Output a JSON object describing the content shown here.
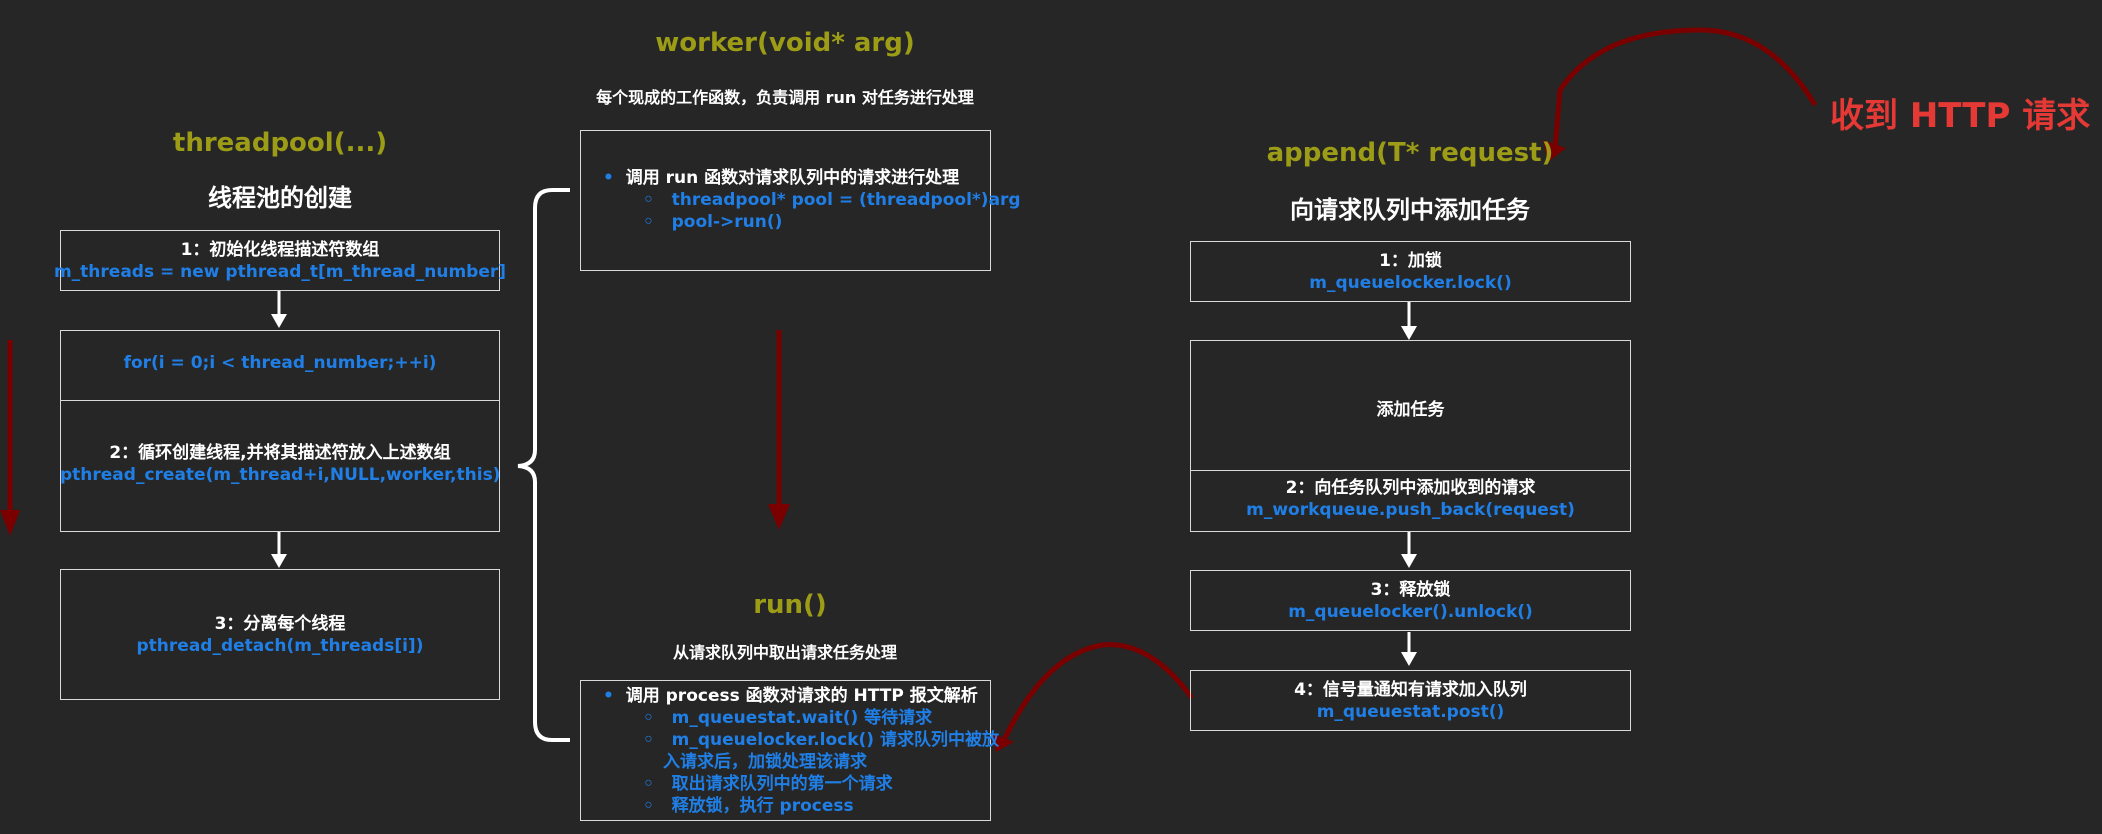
{
  "colors": {
    "background": "#262626",
    "accent_blue": "#1f7fe6",
    "olive": "#9c9c16",
    "dark_red": "#7a0000",
    "red_label": "#e53935"
  },
  "threadpool": {
    "func": "threadpool(...)",
    "subtitle": "线程池的创建",
    "step1_title": "1：初始化线程描述符数组",
    "step1_code": "m_threads = new pthread_t[m_thread_number]",
    "loop_code": "for(i = 0;i < thread_number;++i)",
    "step2_title": "2：循环创建线程,并将其描述符放入上述数组",
    "step2_code": "pthread_create(m_thread+i,NULL,worker,this)",
    "step3_title": "3：分离每个线程",
    "step3_code": "pthread_detach(m_threads[i])"
  },
  "worker": {
    "func": "worker(void* arg)",
    "desc": "每个现成的工作函数，负责调用 run 对任务进行处理",
    "item": "调用 run 函数对请求队列中的请求进行处理",
    "sub1": "threadpool* pool = (threadpool*)arg",
    "sub2": "pool->run()"
  },
  "run": {
    "func": "run()",
    "desc": "从请求队列中取出请求任务处理",
    "item": "调用 process 函数对请求的 HTTP 报文解析",
    "sub1": "m_queuestat.wait() 等待请求",
    "sub2a": "m_queuelocker.lock() 请求队列中被放",
    "sub2b": "入请求后，加锁处理该请求",
    "sub3": "取出请求队列中的第一个请求",
    "sub4": "释放锁，执行 process"
  },
  "append": {
    "func": "append(T* request)",
    "subtitle": "向请求队列中添加任务",
    "step1_title": "1：加锁",
    "step1_code": "m_queuelocker.lock()",
    "add_task": "添加任务",
    "step2_title": "2：向任务队列中添加收到的请求",
    "step2_code": "m_workqueue.push_back(request)",
    "step3_title": "3：释放锁",
    "step3_code": "m_queuelocker().unlock()",
    "step4_title": "4：信号量通知有请求加入队列",
    "step4_code": "m_queuestat.post()"
  },
  "http_label": "收到 HTTP 请求"
}
